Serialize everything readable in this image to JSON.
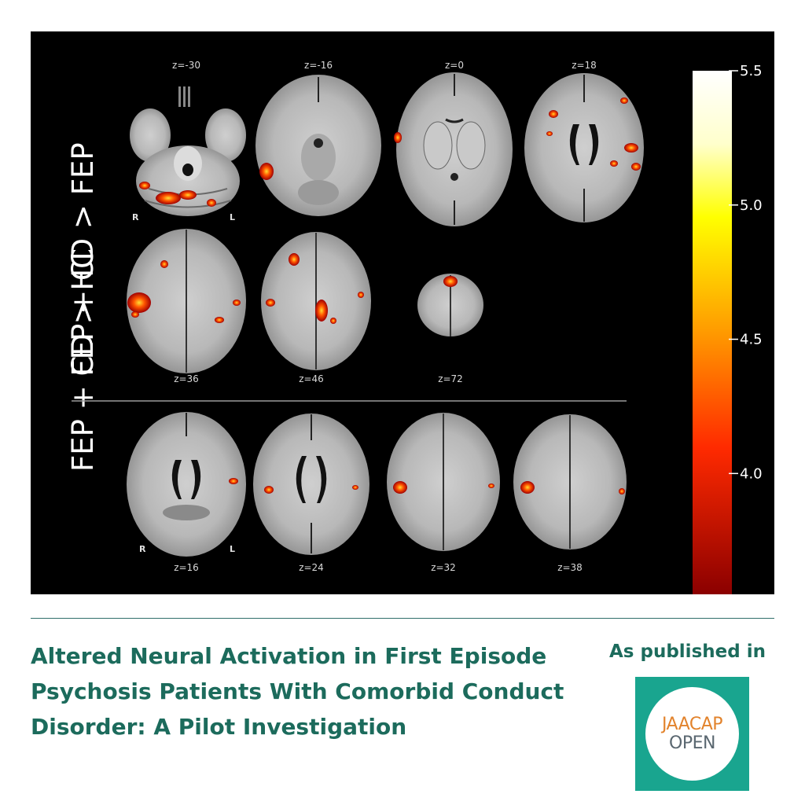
{
  "figure": {
    "panels": [
      {
        "label": "FEP + CD > FEP",
        "slices": [
          {
            "z": "z=-30",
            "type": "cerebellum"
          },
          {
            "z": "z=-16",
            "type": "axial"
          },
          {
            "z": "z=0",
            "type": "axial"
          },
          {
            "z": "z=18",
            "type": "axial"
          },
          {
            "z": "z=36",
            "type": "axial"
          },
          {
            "z": "z=46",
            "type": "axial"
          },
          {
            "z": "z=72",
            "type": "small"
          }
        ]
      },
      {
        "label": "FEP + CD > HC",
        "slices": [
          {
            "z": "z=16",
            "type": "axial"
          },
          {
            "z": "z=24",
            "type": "axial"
          },
          {
            "z": "z=32",
            "type": "axial"
          },
          {
            "z": "z=38",
            "type": "axial"
          }
        ]
      }
    ],
    "orientation": {
      "right": "R",
      "left": "L"
    },
    "colorbar": {
      "ticks": [
        "5.5",
        "5.0",
        "4.5",
        "4.0"
      ],
      "tick_values": [
        5.5,
        5.0,
        4.5,
        4.0
      ],
      "range": [
        3.55,
        5.5
      ],
      "colors": {
        "low": "#8b0000",
        "mid_low": "#ff2200",
        "mid": "#ff8c00",
        "high": "#ffff00",
        "top": "#ffffff"
      }
    }
  },
  "article": {
    "title": "Altered Neural Activation in First Episode Psychosis Patients With Comorbid Conduct Disorder: A Pilot Investigation"
  },
  "publisher": {
    "label": "As published in",
    "logo_top": "JAACAP",
    "logo_bottom": "OPEN",
    "colors": {
      "teal": "#19a58f",
      "orange": "#e2832c",
      "gray": "#5a6770",
      "title_green": "#1c6b5c"
    }
  }
}
